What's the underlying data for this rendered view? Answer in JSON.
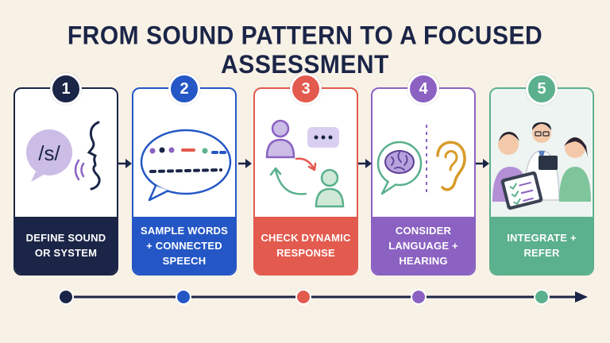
{
  "title": "FROM SOUND PATTERN TO A FOCUSED ASSESSMENT",
  "colors": {
    "navy": "#1b2547",
    "blue": "#2457c5",
    "red": "#e35a4e",
    "purple": "#8b62c2",
    "green": "#5bb08d",
    "background": "#f8f1e6"
  },
  "steps": [
    {
      "number": "1",
      "label": "DEFINE SOUND OR SYSTEM",
      "icon": "speech-profile-icon",
      "symbol": "/s/"
    },
    {
      "number": "2",
      "label": "SAMPLE WORDS + CONNECTED SPEECH",
      "icon": "speech-bubble-dots-icon"
    },
    {
      "number": "3",
      "label": "CHECK DYNAMIC RESPONSE",
      "icon": "two-people-feedback-icon"
    },
    {
      "number": "4",
      "label": "CONSIDER LANGUAGE + HEARING",
      "icon": "brain-and-ear-icon"
    },
    {
      "number": "5",
      "label": "INTEGRATE + REFER",
      "icon": "team-clipboard-icon"
    }
  ]
}
